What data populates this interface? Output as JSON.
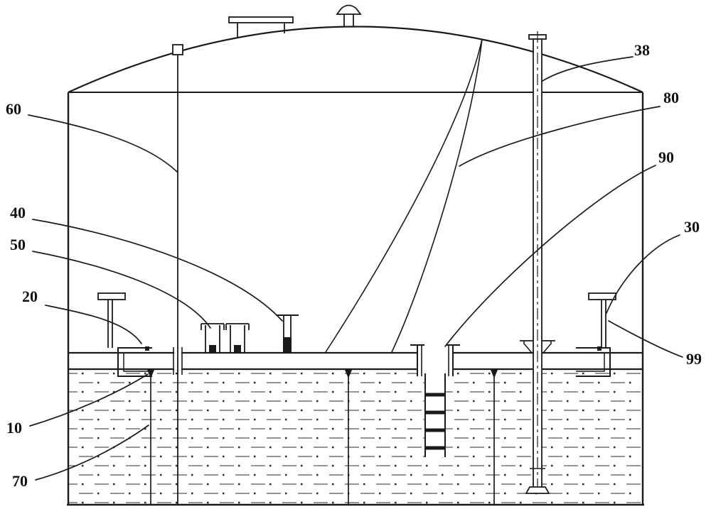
{
  "figure": {
    "background": "#ffffff",
    "line_color": "#1a1a1a"
  },
  "ref_labels": {
    "r10": "10",
    "r20": "20",
    "r30": "30",
    "r38": "38",
    "r40": "40",
    "r50": "50",
    "r60": "60",
    "r70": "70",
    "r80": "80",
    "r90": "90",
    "r99": "99"
  }
}
